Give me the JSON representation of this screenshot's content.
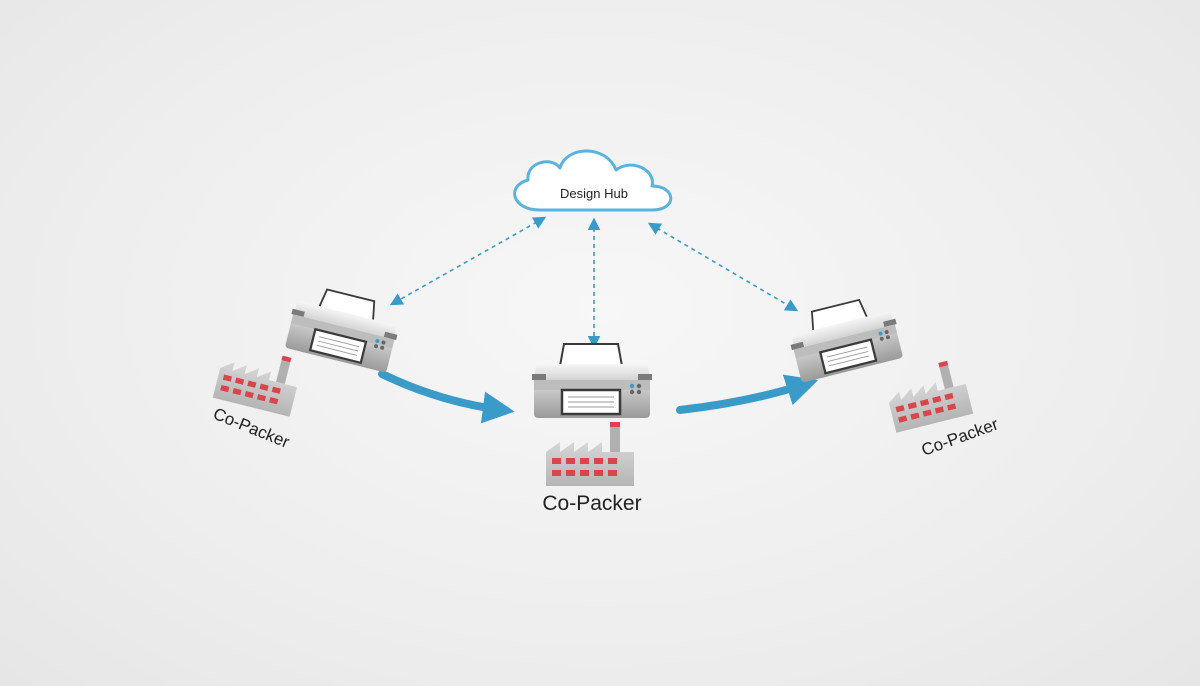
{
  "diagram": {
    "hub": {
      "label": "Design Hub",
      "icon": "cloud-icon"
    },
    "sites": [
      {
        "label": "Co-Packer",
        "printer_icon": "printer-icon",
        "factory_icon": "factory-icon"
      },
      {
        "label": "Co-Packer",
        "printer_icon": "printer-icon",
        "factory_icon": "factory-icon"
      },
      {
        "label": "Co-Packer",
        "printer_icon": "printer-icon",
        "factory_icon": "factory-icon"
      }
    ]
  },
  "colors": {
    "accent": "#3a9bc9",
    "cloud_stroke": "#5ab3dc",
    "factory_window": "#d9454a",
    "factory_body": "#c9c9c9",
    "printer_body": "#e3e3e3",
    "printer_dark": "#6f6f6f"
  }
}
